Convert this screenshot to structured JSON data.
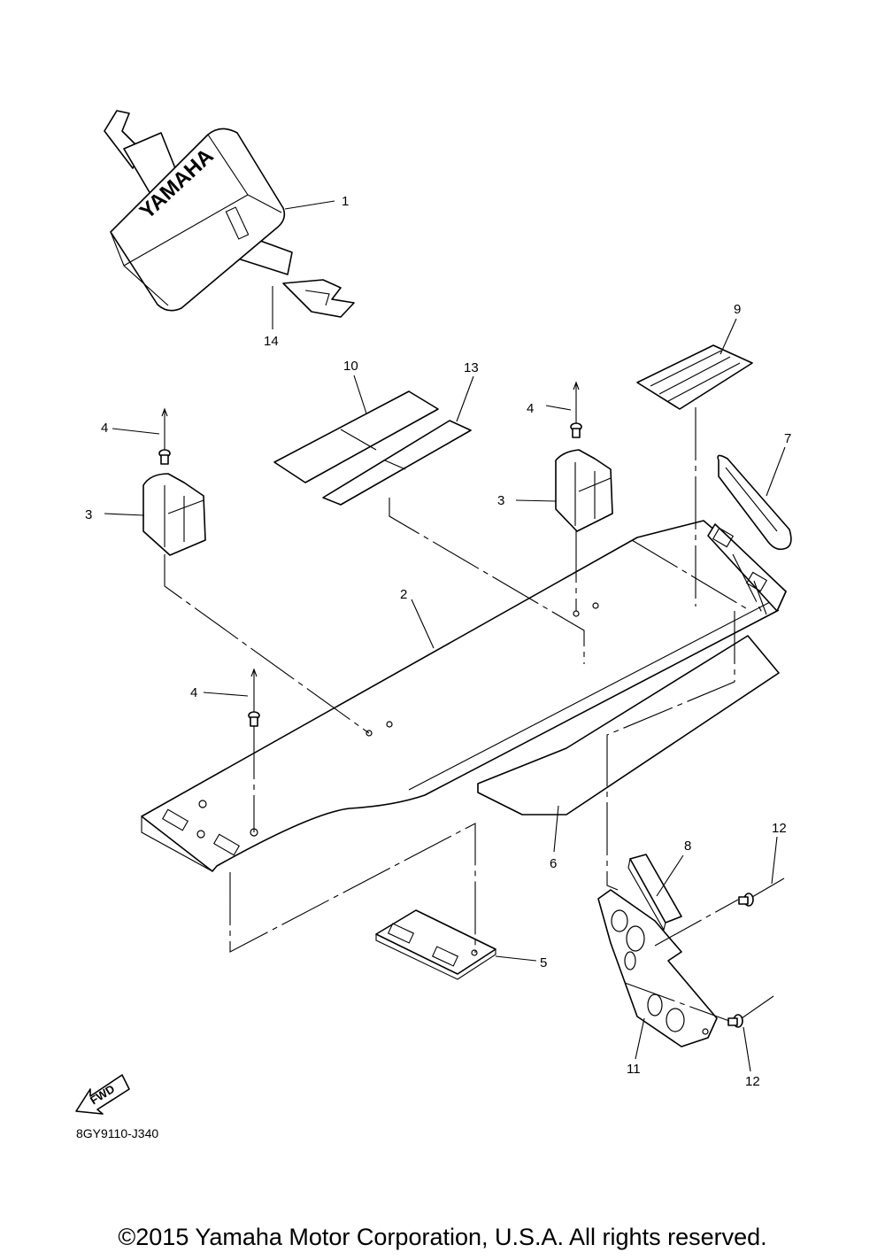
{
  "diagram": {
    "brand_text": "YAMAHA",
    "fwd_label": "FWD",
    "code": "8GY9110-J340",
    "copyright": "©2015 Yamaha Motor Corporation, U.S.A. All rights reserved.",
    "callouts": {
      "c1": "1",
      "c2": "2",
      "c3a": "3",
      "c3b": "3",
      "c4a": "4",
      "c4b": "4",
      "c4c": "4",
      "c5": "5",
      "c6": "6",
      "c7": "7",
      "c8": "8",
      "c9": "9",
      "c10": "10",
      "c11": "11",
      "c12a": "12",
      "c12b": "12",
      "c13": "13",
      "c14": "14"
    }
  }
}
